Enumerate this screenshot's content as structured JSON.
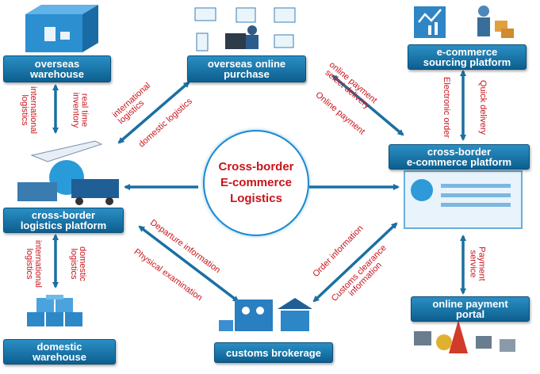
{
  "center": {
    "lines": [
      "Cross-border",
      "E-commerce",
      "Logistics"
    ]
  },
  "nodes": {
    "overseas_warehouse": [
      "overseas",
      "warehouse"
    ],
    "overseas_online_purchase": [
      "overseas online",
      "purchase"
    ],
    "ecommerce_sourcing_platform": [
      "e-commerce",
      "sourcing platform"
    ],
    "crossborder_ecommerce_platform": [
      "cross-border",
      "e-commerce platform"
    ],
    "crossborder_logistics_platform": [
      "cross-border",
      "logistics platform"
    ],
    "domestic_warehouse": [
      "domestic",
      "warehouse"
    ],
    "customs_brokerage": [
      "customs brokerage"
    ],
    "online_payment_portal": [
      "online payment",
      "portal"
    ]
  },
  "edge_labels": {
    "international_logistics_top": [
      "international",
      "logistics"
    ],
    "real_time_inventory": [
      "real time",
      "inventory"
    ],
    "international_logistics_left": [
      "international",
      "logistics"
    ],
    "domestic_logistics_left": [
      "domestic logistics"
    ],
    "online_payment_select_delivery": [
      "online payment",
      "select delivery"
    ],
    "online_payment": [
      "Online payment"
    ],
    "electronic_order": [
      "Electronic order"
    ],
    "quick_delivery": [
      "Quick delivery"
    ],
    "international_logistics_bottom": [
      "international",
      "logistics"
    ],
    "domestic_logistics_bottom": [
      "domestic",
      "logistics"
    ],
    "departure_information": [
      "Departure information"
    ],
    "physical_examination": [
      "Physical examination"
    ],
    "order_information": [
      "Order information"
    ],
    "customs_clearance_information": [
      "Customs clearance",
      "information"
    ],
    "payment_service": [
      "Payment",
      "service"
    ]
  },
  "colors": {
    "box": "#1a75a8",
    "arrow": "#1b6fa3",
    "label": "#c8141c",
    "center_ring": "#1a8ad0"
  }
}
